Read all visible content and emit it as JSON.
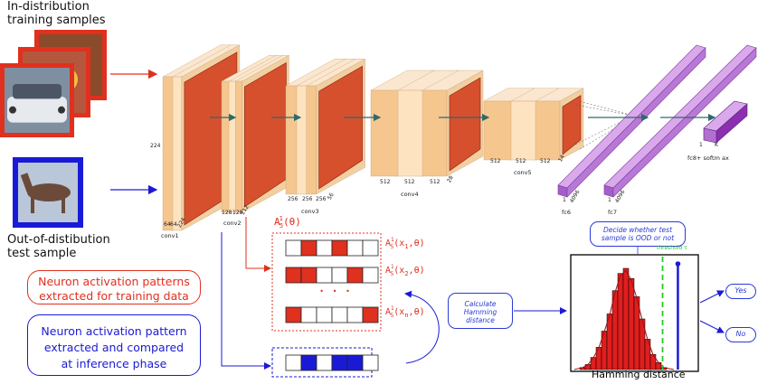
{
  "inputs": {
    "in_dist_label": [
      "In-distribution",
      "training samples"
    ],
    "ood_label": [
      "Out-of-distibution",
      "test sample"
    ]
  },
  "network": {
    "conv1": {
      "name": "conv1",
      "dims": [
        "224",
        "64",
        "64",
        "224"
      ]
    },
    "conv2": {
      "name": "conv2",
      "dims": [
        "128",
        "128",
        "112"
      ]
    },
    "conv3": {
      "name": "conv3",
      "dims": [
        "256",
        "256",
        "256",
        "56"
      ]
    },
    "conv4": {
      "name": "conv4",
      "dims": [
        "512",
        "512",
        "512",
        "28"
      ]
    },
    "conv5": {
      "name": "conv5",
      "dims": [
        "512",
        "512",
        "512",
        "14"
      ]
    },
    "fc6": {
      "name": "fc6",
      "dims": [
        "1",
        "4096"
      ]
    },
    "fc7": {
      "name": "fc7",
      "dims": [
        "1",
        "4096"
      ]
    },
    "fc8": {
      "name": "fc8+ softm ax",
      "dims": [
        "1",
        "K"
      ]
    }
  },
  "patterns": {
    "header": "A",
    "header_sup": "1",
    "header_sub": "5",
    "header_rest": "(θ)",
    "rows": [
      {
        "label_base": "A",
        "label_sup": "1",
        "label_sub": "5",
        "label_arg": "(x",
        "label_arg_sub": "1",
        "label_end": ",θ)",
        "cells": [
          0,
          1,
          0,
          1,
          0,
          0
        ]
      },
      {
        "label_base": "A",
        "label_sup": "1",
        "label_sub": "5",
        "label_arg": "(x",
        "label_arg_sub": "2",
        "label_end": ",θ)",
        "cells": [
          1,
          1,
          0,
          0,
          1,
          0
        ]
      },
      {
        "label_base": "A",
        "label_sup": "1",
        "label_sub": "5",
        "label_arg": "(x",
        "label_arg_sub": "n",
        "label_end": ",θ)",
        "cells": [
          1,
          0,
          0,
          0,
          0,
          1
        ]
      }
    ],
    "dots": "·  ·  ·",
    "test_row": [
      0,
      1,
      0,
      1,
      1,
      0
    ]
  },
  "boxes": {
    "train_patterns": [
      "Neuron activation patterns",
      "extracted for training data"
    ],
    "inference_pattern": [
      "Neuron activation pattern",
      "extracted and compared",
      "at inference phase"
    ],
    "hamming_calc": [
      "Calculate",
      "Hamming",
      "distance"
    ],
    "decide": [
      "Decide whether test",
      "sample is OOD or not"
    ]
  },
  "histogram": {
    "xlabel": "Hamming distance",
    "threshold_label": "threshold τ",
    "bars": [
      0.02,
      0.05,
      0.12,
      0.22,
      0.38,
      0.55,
      0.78,
      0.95,
      1.0,
      0.9,
      0.72,
      0.5,
      0.3,
      0.15,
      0.07,
      0.02
    ],
    "threshold_position": 0.72,
    "test_sample_position": 0.84
  },
  "outcomes": {
    "yes": "Yes",
    "no": "No"
  },
  "colors": {
    "red": "#e0301e",
    "blue": "#1a1ad6",
    "layer_face": "#fde3c0",
    "layer_front": "#f6c68f",
    "layer_side": "#d6502e",
    "fc_purple": "#b879d6",
    "arrow_teal": "#2e6a6a",
    "threshold_green": "#22cc22"
  }
}
